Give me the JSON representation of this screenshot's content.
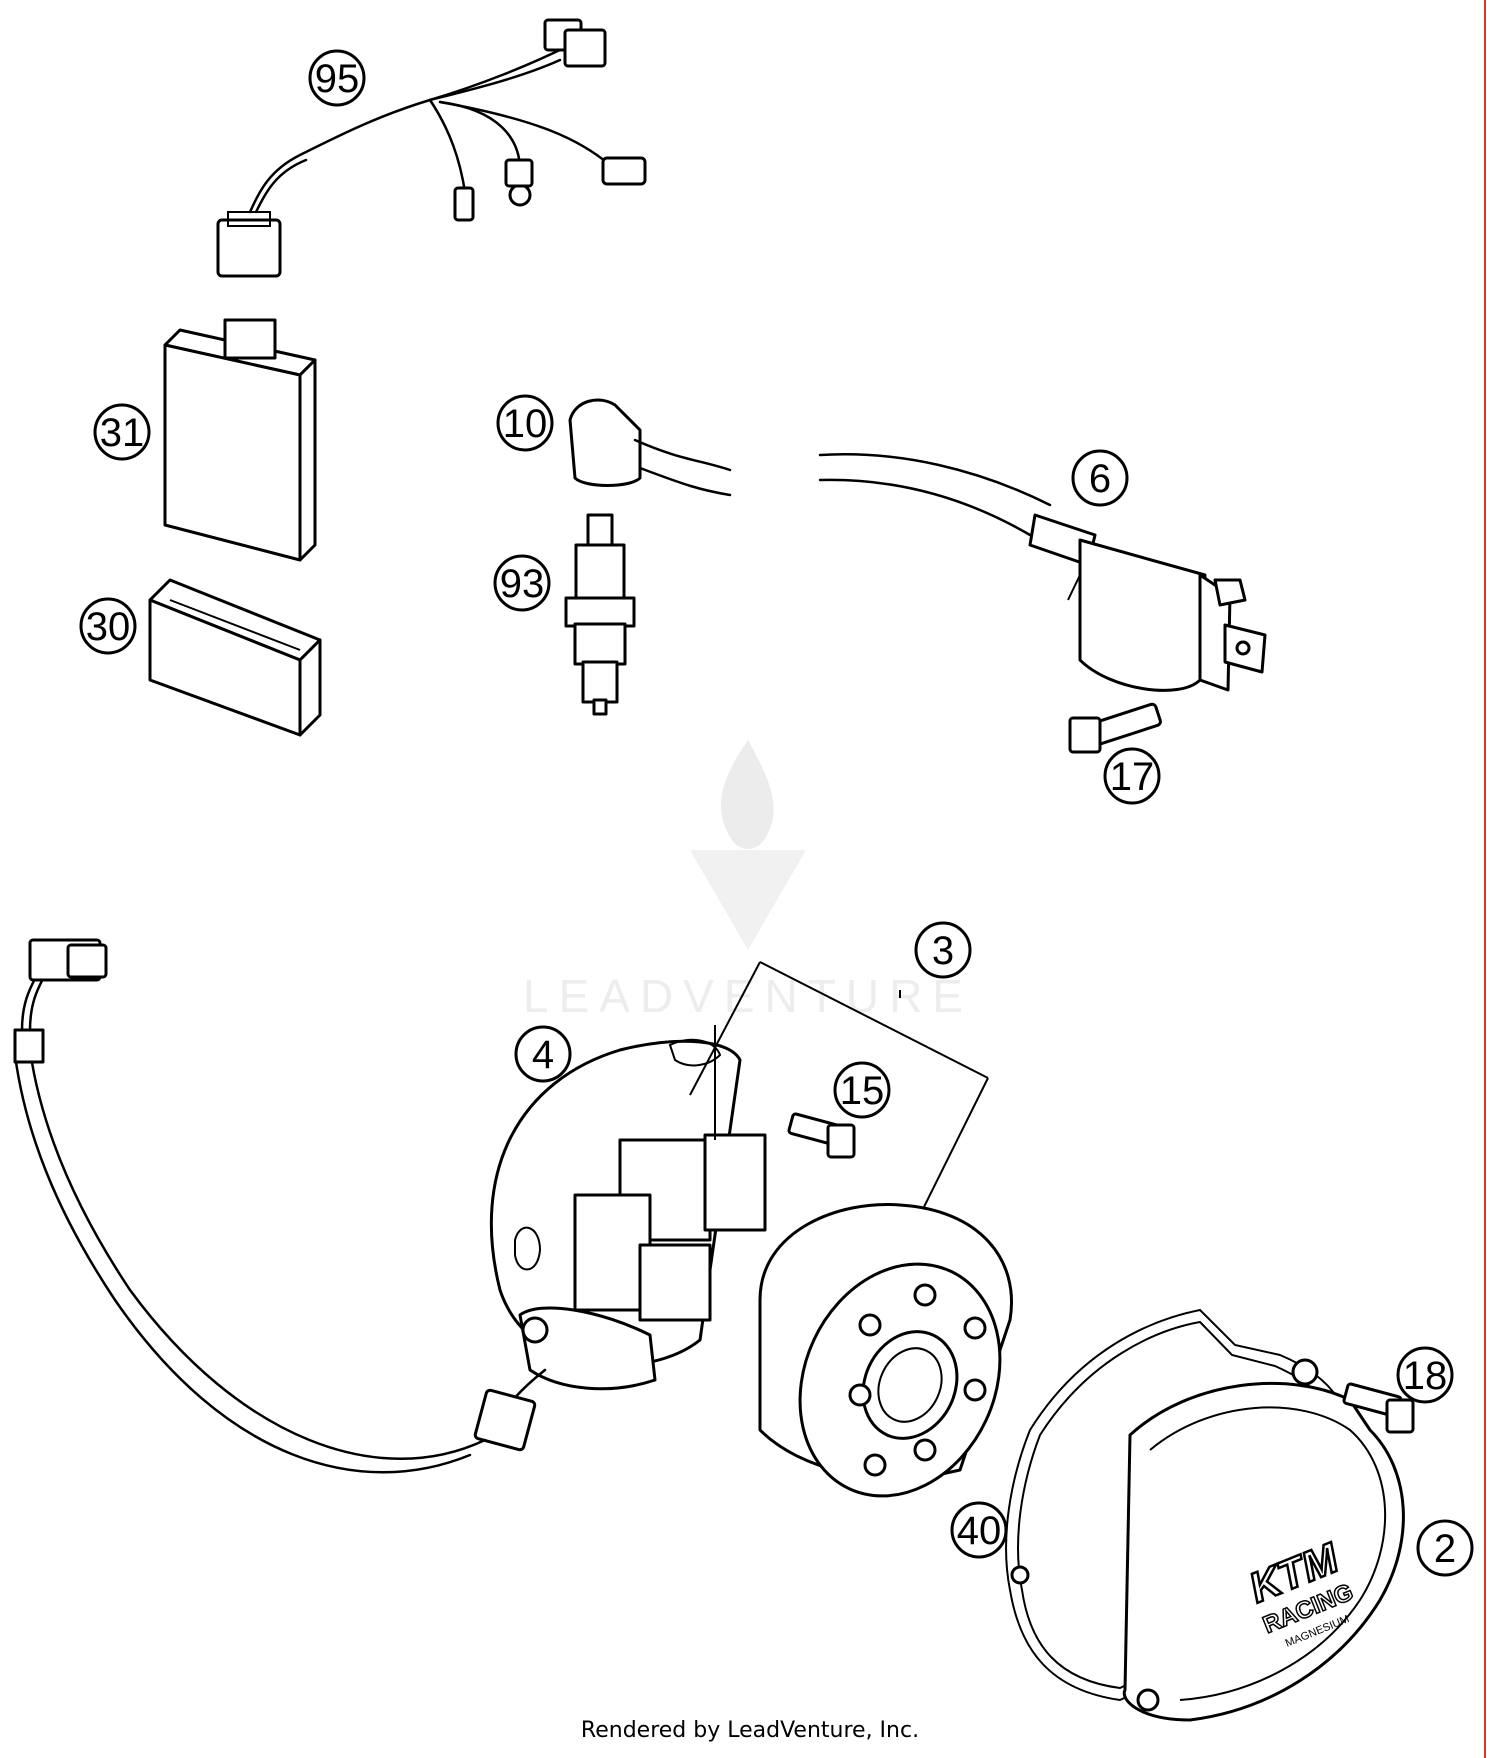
{
  "callouts": [
    {
      "id": "95",
      "label": "95"
    },
    {
      "id": "31",
      "label": "31"
    },
    {
      "id": "30",
      "label": "30"
    },
    {
      "id": "10",
      "label": "10"
    },
    {
      "id": "93",
      "label": "93"
    },
    {
      "id": "6",
      "label": "6"
    },
    {
      "id": "17",
      "label": "17"
    },
    {
      "id": "3",
      "label": "3"
    },
    {
      "id": "4",
      "label": "4"
    },
    {
      "id": "15",
      "label": "15"
    },
    {
      "id": "18",
      "label": "18"
    },
    {
      "id": "40",
      "label": "40"
    },
    {
      "id": "2",
      "label": "2"
    }
  ],
  "watermark": {
    "text": "LEADVENTURE"
  },
  "cover_logo": {
    "line1": "KTM",
    "line2": "RACING",
    "line3": "MAGNESIUM"
  },
  "footer": {
    "text": "Rendered by LeadVenture, Inc."
  },
  "colors": {
    "edge_line": "#e23030",
    "watermark": "#dcdcdc"
  }
}
